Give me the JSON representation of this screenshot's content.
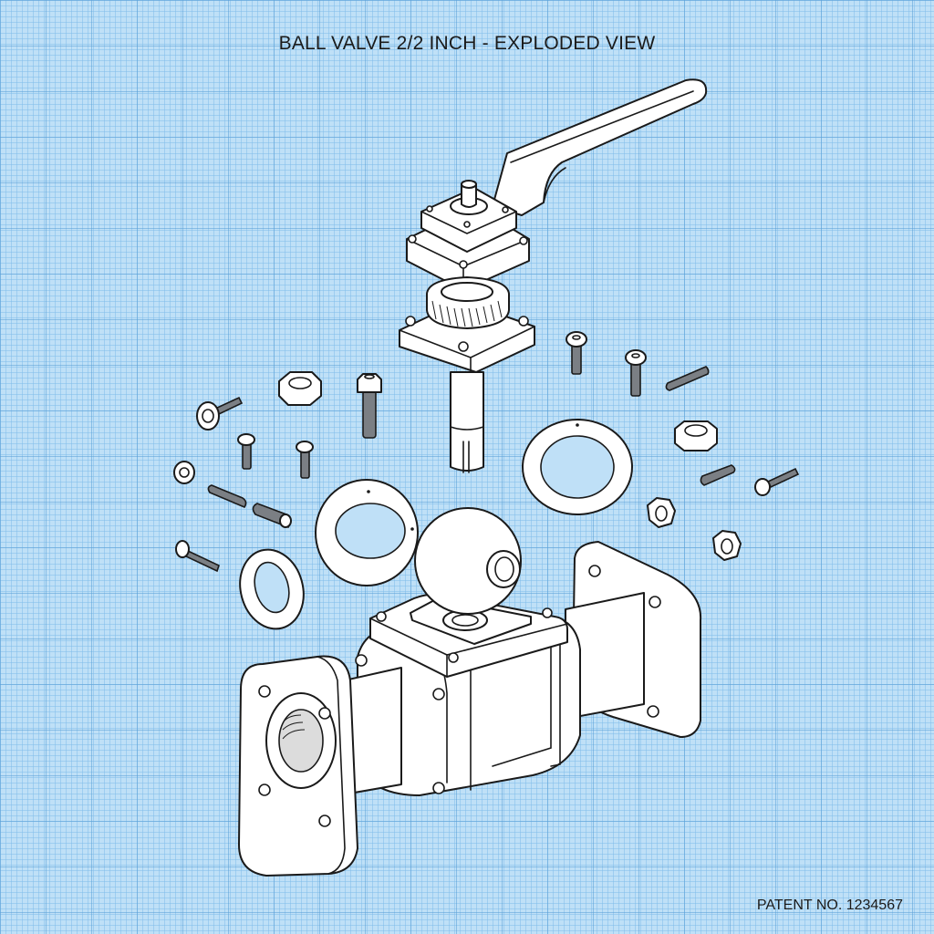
{
  "drawing": {
    "title": "BALL VALVE 2/2 INCH - EXPLODED VIEW",
    "patent_label": "PATENT NO. 1234567",
    "background": {
      "paper_color": "#bfe0f7",
      "grid_major_color": "#5aa0d7",
      "grid_minor_color": "#82bee b",
      "line_color": "#1a1a1a",
      "part_fill": "#ffffff"
    },
    "parts": [
      {
        "id": "handle",
        "label": "lever handle"
      },
      {
        "id": "top-cap",
        "label": "stem top cap with bolts"
      },
      {
        "id": "gear",
        "label": "helical gear"
      },
      {
        "id": "gear-housing",
        "label": "gear housing plate"
      },
      {
        "id": "stem",
        "label": "slotted valve stem"
      },
      {
        "id": "ball",
        "label": "ball"
      },
      {
        "id": "seat-left",
        "label": "seat ring (left)"
      },
      {
        "id": "seat-right",
        "label": "seat ring (right)"
      },
      {
        "id": "gasket",
        "label": "gasket ring"
      },
      {
        "id": "body",
        "label": "flanged valve body"
      },
      {
        "id": "fasteners",
        "label": "bolts, screws, studs and nuts"
      }
    ]
  }
}
